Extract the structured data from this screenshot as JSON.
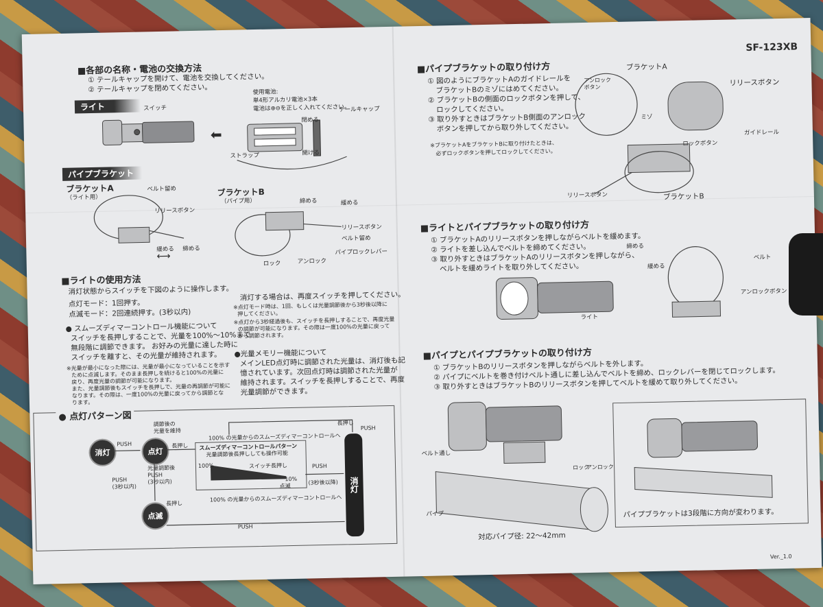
{
  "model": "SF-123XB",
  "version": "Ver._1.0",
  "section_names": {
    "title": "■各部の名称・電池の交換方法",
    "steps": [
      "① テールキャップを開けて、電池を交換してください。",
      "② テールキャップを閉めてください。"
    ],
    "light_tag": "ライト",
    "switch": "スイッチ",
    "battery_note_1": "使用電池:",
    "battery_note_2": "単4形アルカリ電池×3本",
    "battery_note_3": "電池は⊕⊖を正しく入れてください。",
    "tailcap": "テールキャップ",
    "close": "閉める",
    "open": "開ける",
    "strap": "ストラップ"
  },
  "pipe_bracket_parts": {
    "tag": "パイプブラケット",
    "bracket_a": "ブラケットA",
    "bracket_a_sub": "（ライト用）",
    "belt_stop": "ベルト留め",
    "release": "リリースボタン",
    "loosen": "緩める",
    "tighten": "締める",
    "bracket_b": "ブラケットB",
    "bracket_b_sub": "（パイプ用）",
    "b_tighten": "締める",
    "b_loosen": "緩める",
    "b_release": "リリースボタン",
    "b_belt_stop": "ベルト留め",
    "pipe_lock_lever": "パイプロックレバー",
    "lock": "ロック",
    "unlock": "アンロック"
  },
  "usage": {
    "title": "■ライトの使用方法",
    "intro": "消灯状態からスイッチを下図のように操作します。",
    "mode1": "点灯モード：1回押す。",
    "mode2": "点滅モード：2回連続押す。(3秒以内)",
    "smooth_title": "● スムーズディマーコントロール機能について",
    "smooth_1": "スイッチを長押しすることで、光量を100%～10%まで",
    "smooth_2": "無段階に調節できます。 お好みの光量に達した時に",
    "smooth_3": "スイッチを離すと、その光量が維持されます。",
    "note_1": "※光量が最小になった際には、光量が最小になっていることを示す",
    "note_2": "ために点滅します。そのまま長押しを続けると100%の光量に",
    "note_3": "戻り、再度光量の調節が可能になります。",
    "note_4": "また、光量調節後もスイッチを長押しで、光量の再調節が可能に",
    "note_5": "なります。その際は、一度100%の光量に戻ってから調節とな",
    "note_6": "ります。",
    "off_1": "消灯する場合は、再度スイッチを押してください。",
    "off_2": "※点灯モード時は、1回、もしくは光量調節後から3秒後以降に",
    "off_3": "押してください。",
    "off_4": "※点灯から3秒経過後も、スイッチを長押しすることで、再度光量",
    "off_5": "の調節が可能になります。その際は一度100%の光量に戻って",
    "off_6": "から調節されます。",
    "memory_title": "●光量メモリー機能について",
    "memory_1": "メインLED点灯時に調節された光量は、消灯後も記",
    "memory_2": "憶されています。次回点灯時は調節された光量が",
    "memory_3": "維持されます。スイッチを長押しすることで、再度",
    "memory_4": "光量調節ができます。"
  },
  "pattern": {
    "title": "● 点灯パターン図",
    "off": "消灯",
    "on": "点灯",
    "blink": "点滅",
    "push": "PUSH",
    "push_3s": "PUSH\n(3秒以内)",
    "keep": "調節後の\n光量を維持",
    "long_press": "長押し",
    "long_press2": "長押し",
    "smooth_from_100": "100% の光量からのスムーズディマーコントロールへ",
    "smooth_from_100b": "100% の光量からのスムーズディマーコントロールへ",
    "smooth_pattern": "スムーズディマーコントロールパターン",
    "smooth_sub": "光量調節後長押ししても操作可能",
    "adj_push": "光量調節後\nPUSH\n(3秒以内)",
    "pct100": "100%",
    "pct10": "10%",
    "switch_long": "スイッチ長押し",
    "blink_small": "点滅",
    "push_after": "(3秒後以降)",
    "push_top": "PUSH",
    "long_top": "長押し",
    "push_right": "PUSH",
    "push_bottom": "PUSH",
    "off_bar": "消灯"
  },
  "right": {
    "pb_title": "■パイプブラケットの取り付け方",
    "pb_1": "① 図のようにブラケットAのガイドレールを",
    "pb_1b": "ブラケットBのミゾにはめてください。",
    "pb_2": "② ブラケットBの側面のロックボタンを押して、",
    "pb_2b": "ロックしてください。",
    "pb_3": "③ 取り外すときはブラケットB側面のアンロック",
    "pb_3b": "ボタンを押してから取り外してください。",
    "pb_note_1": "※ブラケットAをブラケットBに取り付けたときは、",
    "pb_note_2": "必ずロックボタンを押してロックしてください。",
    "lbl_unlock_btn": "アンロック\nボタン",
    "lbl_bracket_a": "ブラケットA",
    "lbl_release": "リリースボタン",
    "lbl_mizo": "ミゾ",
    "lbl_lock_btn": "ロックボタン",
    "lbl_guide": "ガイドレール",
    "lbl_release2": "リリースボタン",
    "lbl_bracket_b": "ブラケットB",
    "lp_title": "■ライトとパイプブラケットの取り付け方",
    "lp_1": "① ブラケットAのリリースボタンを押しながらベルトを緩めます。",
    "lp_2": "② ライトを差し込んでベルトを締めてください。",
    "lp_3": "③ 取り外すときはブラケットAのリリースボタンを押しながら、",
    "lp_3b": "ベルトを緩めライトを取り外してください。",
    "lbl_tighten": "締める",
    "lbl_loosen": "緩める",
    "lbl_belt": "ベルト",
    "lbl_unlock_btn2": "アンロックボタン",
    "lbl_light": "ライト",
    "pp_title": "■パイプとパイプブラケットの取り付け方",
    "pp_1": "① ブラケットBのリリースボタンを押しながらベルトを外します。",
    "pp_2": "② パイプにベルトを巻き付けベルト通しに差し込んでベルトを締め、ロックレバーを閉じてロックします。",
    "pp_3": "③ 取り外すときはブラケットBのリリースボタンを押してベルトを緩めて取り外してください。",
    "lbl_belt_pass": "ベルト通し",
    "lbl_pipe": "パイプ",
    "lbl_lock": "ロック",
    "lbl_unlock": "アンロック",
    "lbl_diameter": "対応パイプ径: 22～42mm",
    "lbl_direction": "パイプブラケットは3段階に方向が変わります。"
  }
}
